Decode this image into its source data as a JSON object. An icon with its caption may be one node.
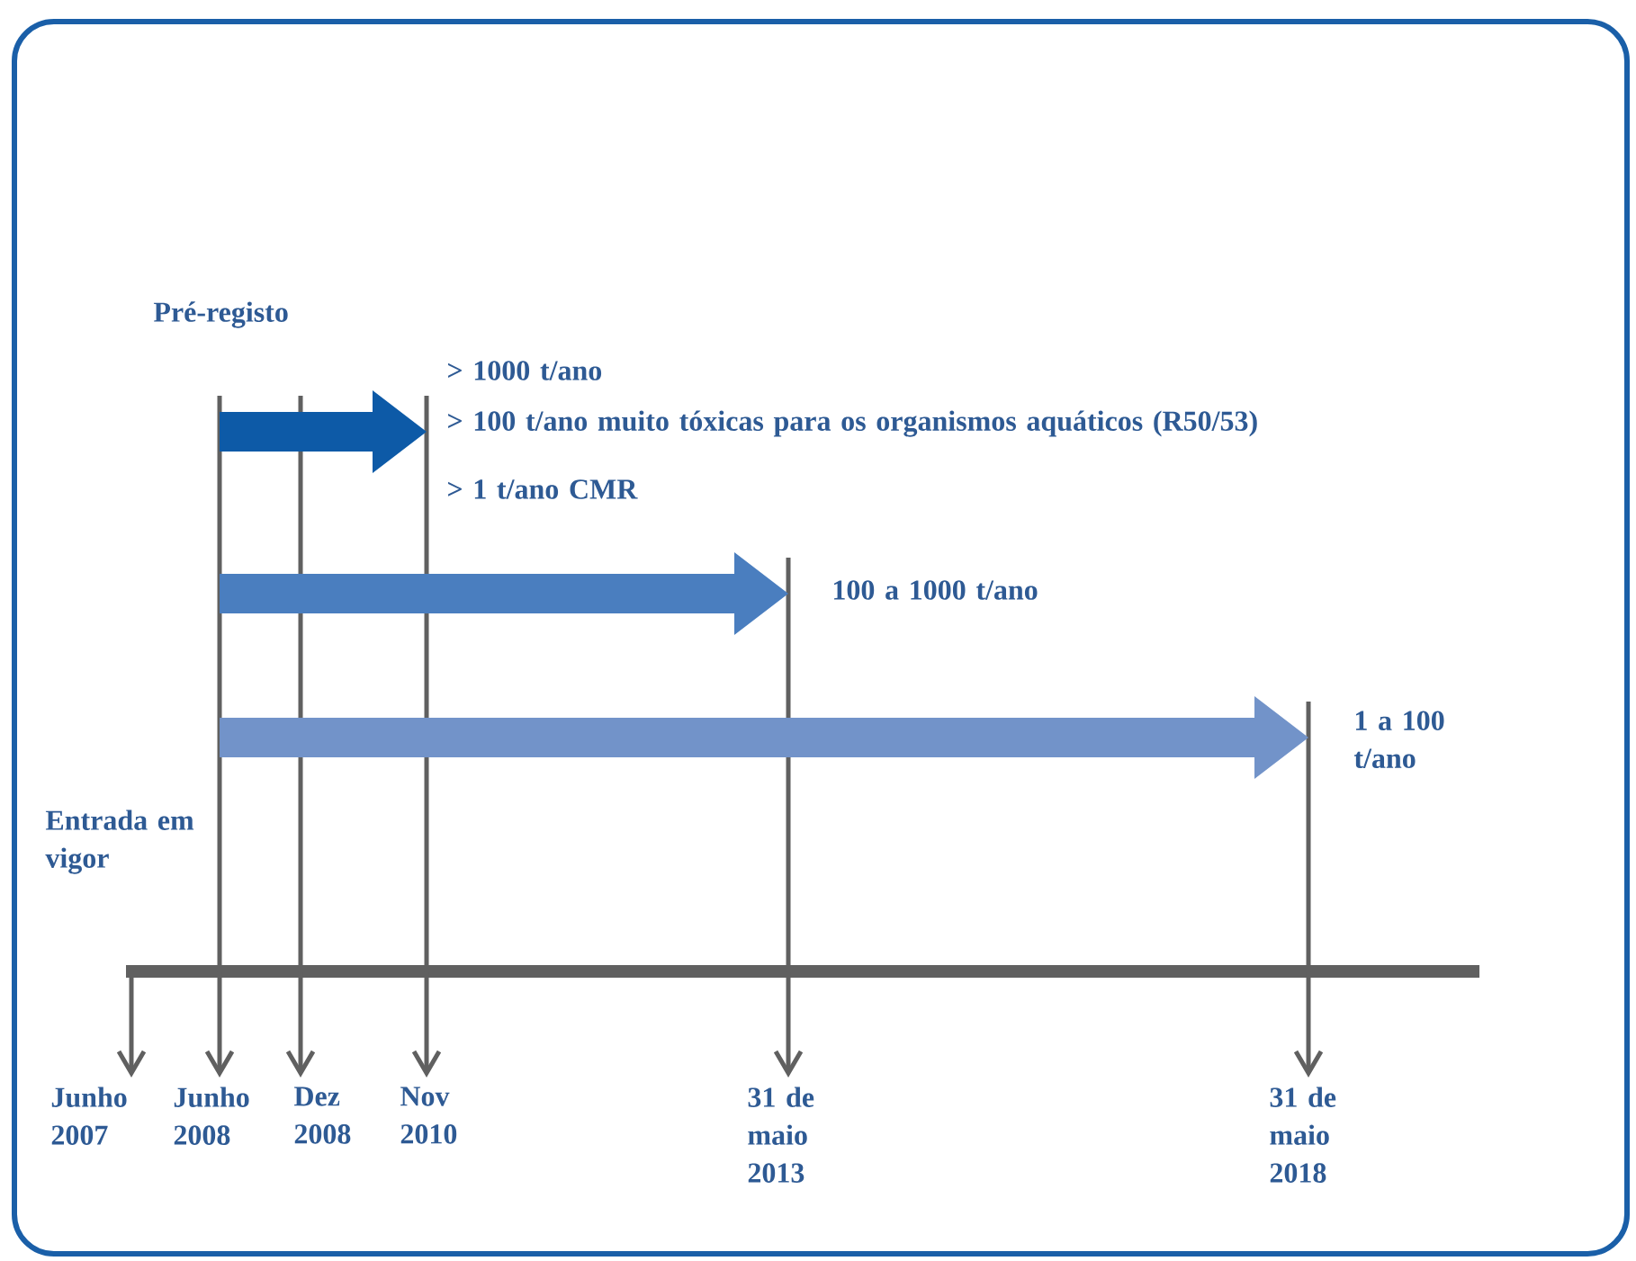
{
  "diagram": {
    "nodes": [
      {
        "text": [
          "Junho 2007"
        ]
      },
      {
        "text": [
          "Junho 2008"
        ]
      },
      {
        "text": [
          "Dez 2008"
        ]
      },
      {
        "text": [
          "Nov 2010"
        ]
      },
      {
        "text": [
          "31 de maio 2013"
        ]
      },
      {
        "text": [
          "31 de maio 2018"
        ]
      }
    ],
    "edges": [
      {
        "from": null,
        "to": 0,
        "arrow": "to"
      },
      {
        "from": null,
        "to": 1,
        "arrow": "to"
      },
      {
        "from": null,
        "to": 2,
        "arrow": "to"
      },
      {
        "from": null,
        "to": 3,
        "arrow": "to"
      },
      {
        "from": null,
        "to": 4,
        "arrow": "to"
      },
      {
        "from": null,
        "to": 5,
        "arrow": "to"
      }
    ],
    "labels": [
      "Pré-registo",
      "> 1000 t/ano",
      "> 100 t/ano muito tóxicas para os organismos aquáticos (R50/53)",
      "> 1 t/ano CMR",
      "100 a 1000 t/ano",
      "1 a 100 t/ano",
      "Entrada em vigor"
    ]
  }
}
